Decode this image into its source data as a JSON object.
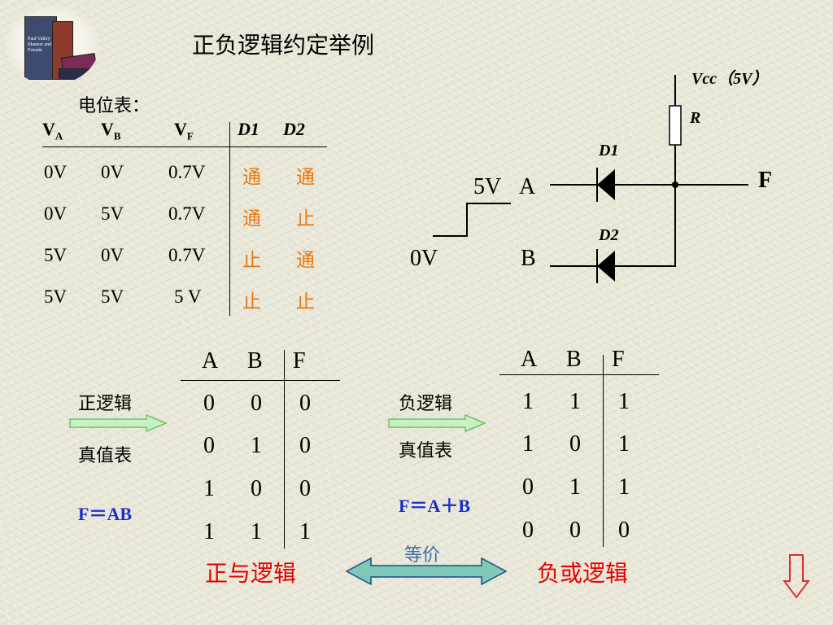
{
  "title": "正负逻辑约定举例",
  "logo": {
    "book_text": "Paul Valéry Masters and Friends"
  },
  "potential_table": {
    "caption": "电位表：",
    "headers": {
      "va": "V",
      "va_sub": "A",
      "vb": "V",
      "vb_sub": "B",
      "vf": "V",
      "vf_sub": "F",
      "d1": "D1",
      "d2": "D2"
    },
    "rows": [
      {
        "va": "0V",
        "vb": "0V",
        "vf": "0.7V",
        "d1": "通",
        "d2": "通"
      },
      {
        "va": "0V",
        "vb": "5V",
        "vf": "0.7V",
        "d1": "通",
        "d2": "止"
      },
      {
        "va": "5V",
        "vb": "0V",
        "vf": "0.7V",
        "d1": "止",
        "d2": "通"
      },
      {
        "va": "5V",
        "vb": "5V",
        "vf": "5 V",
        "d1": "止",
        "d2": "止"
      }
    ]
  },
  "circuit": {
    "vcc": "Vcc（5V）",
    "r": "R",
    "d1": "D1",
    "d2": "D2",
    "input_a": "A",
    "input_b": "B",
    "output": "F",
    "high": "5V",
    "low": "0V"
  },
  "positive": {
    "label1": "正逻辑",
    "label2": "真值表",
    "formula": "F＝AB",
    "headers": [
      "A",
      "B",
      "F"
    ],
    "rows": [
      [
        "0",
        "0",
        "0"
      ],
      [
        "0",
        "1",
        "0"
      ],
      [
        "1",
        "0",
        "0"
      ],
      [
        "1",
        "1",
        "1"
      ]
    ],
    "result": "正与逻辑"
  },
  "negative": {
    "label1": "负逻辑",
    "label2": "真值表",
    "formula": "F＝A＋B",
    "headers": [
      "A",
      "B",
      "F"
    ],
    "rows": [
      [
        "1",
        "1",
        "1"
      ],
      [
        "1",
        "0",
        "1"
      ],
      [
        "0",
        "1",
        "1"
      ],
      [
        "0",
        "0",
        "0"
      ]
    ],
    "result": "负或逻辑"
  },
  "equivalent": "等价",
  "colors": {
    "accent_orange": "#e67814",
    "formula_blue": "#1a2ec8",
    "result_red": "#e60000",
    "arrow_green": "#90d890",
    "double_arrow": "#7ec8b8"
  }
}
